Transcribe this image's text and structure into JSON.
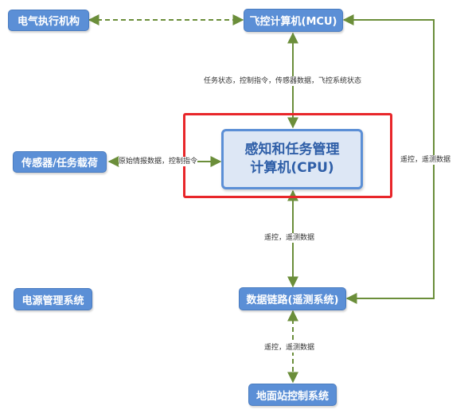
{
  "nodes": {
    "actuator": "电气执行机构",
    "mcu": "飞控计算机(MCU)",
    "sensor": "传感器/任务载荷",
    "cpu_line1": "感知和任务管理",
    "cpu_line2": "计算机(CPU)",
    "power": "电源管理系统",
    "datalink": "数据链路(遥测系统)",
    "ground": "地面站控制系统"
  },
  "edges": {
    "mcu_cpu": "任务状态，控制指令，传感器数据，飞控系统状态",
    "sensor_cpu": "原始情报数据，控制指令",
    "mcu_datalink_right": "遥控，遥测数据",
    "cpu_datalink": "遥控，遥测数据",
    "datalink_ground": "遥控，遥测数据"
  },
  "colors": {
    "node_fill": "#5b8fd6",
    "center_fill": "#dde7f5",
    "arrow": "#6b8e3a",
    "highlight": "#e8262a"
  }
}
